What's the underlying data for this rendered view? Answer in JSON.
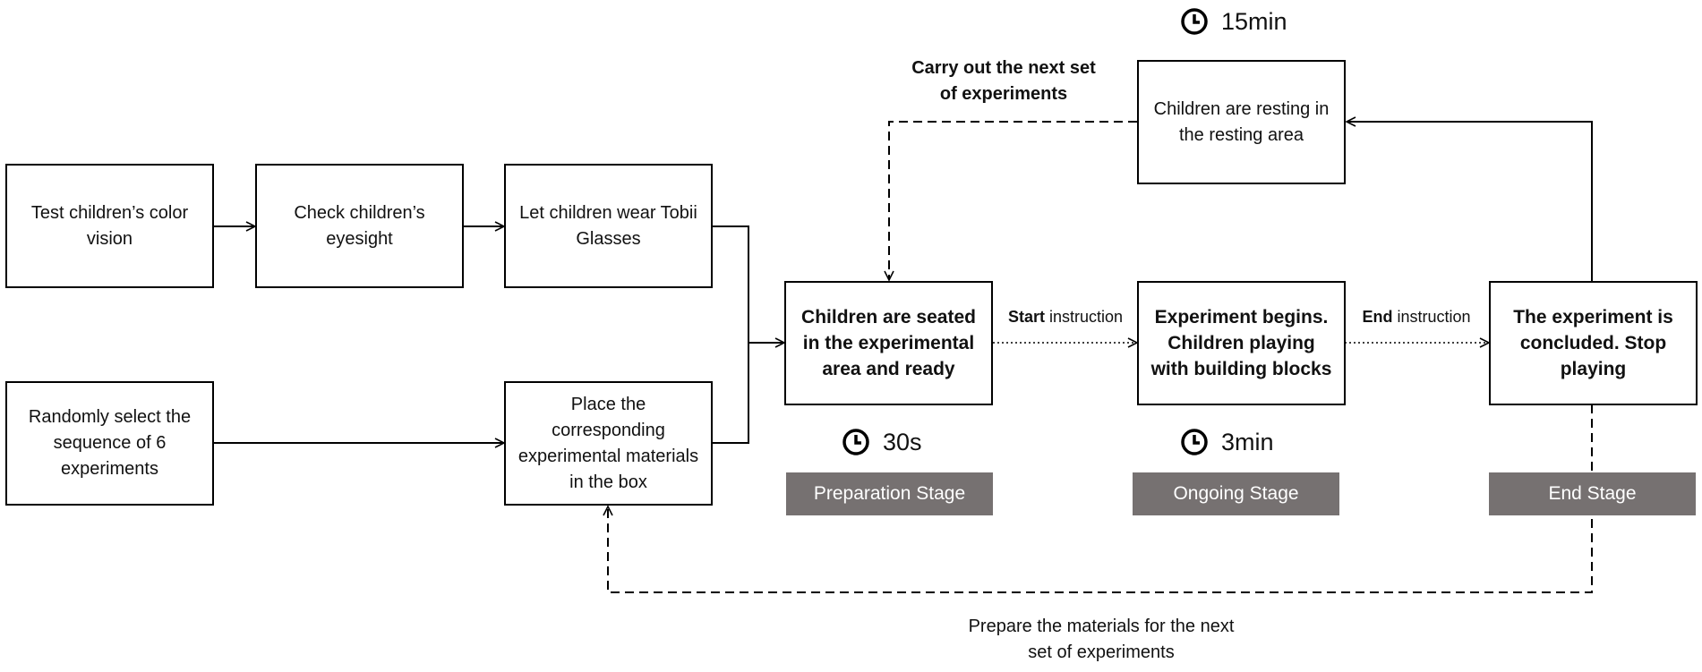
{
  "boxes": {
    "color_vision": "Test children’s color vision",
    "eyesight": "Check children’s eyesight",
    "tobii": "Let children wear Tobii Glasses",
    "random_select": "Randomly select the sequence of 6 experiments",
    "place_materials": "Place the corresponding experimental materials in the box",
    "seated": "Children are seated in the experimental area and ready",
    "begins": "Experiment begins. Children playing with building blocks",
    "concluded": "The experiment is concluded. Stop playing",
    "resting": "Children are resting in the resting area"
  },
  "labels": {
    "start_bold": "Start",
    "start_rest": " instruction",
    "end_bold": "End",
    "end_rest": " instruction",
    "next_set": "Carry out the next set of experiments",
    "prepare": "Prepare the materials for the next set of experiments"
  },
  "timers": {
    "rest": "15min",
    "prep": "30s",
    "ongoing": "3min"
  },
  "stages": {
    "preparation": "Preparation Stage",
    "ongoing": "Ongoing Stage",
    "end": "End Stage"
  },
  "colors": {
    "stage_fill": "#767171",
    "line": "#000000"
  },
  "icons": [
    "clock-icon"
  ]
}
